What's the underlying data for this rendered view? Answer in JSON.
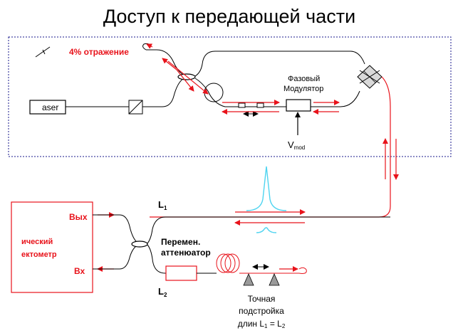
{
  "title": "Доступ к передающей части",
  "labels": {
    "reflection": "4% отражение",
    "laser": "aser",
    "phase_modulator_line1": "Фазовый",
    "phase_modulator_line2": "Модулятор",
    "vmod_main": "V",
    "vmod_sub": "mod",
    "l1_main": "L",
    "l1_sub": "1",
    "l2_main": "L",
    "l2_sub": "2",
    "attenuator_line1": "Перемен.",
    "attenuator_line2": "аттенюатор",
    "reflectometer_line1": "ический",
    "reflectometer_line2": "ектометр",
    "output": "Вых",
    "input": "Вх",
    "tuning_line1": "Точная",
    "tuning_line2": "подстройка",
    "tuning_line3_main": "длин  L",
    "tuning_line3_sub1": "1",
    "tuning_line3_mid": " = L",
    "tuning_line3_sub2": "2"
  },
  "colors": {
    "fiber": "#000000",
    "signal_arrow": "#e8131b",
    "pulse": "#4fd4f0",
    "dotted_box": "#1a1a8c",
    "prism": "#808080"
  }
}
